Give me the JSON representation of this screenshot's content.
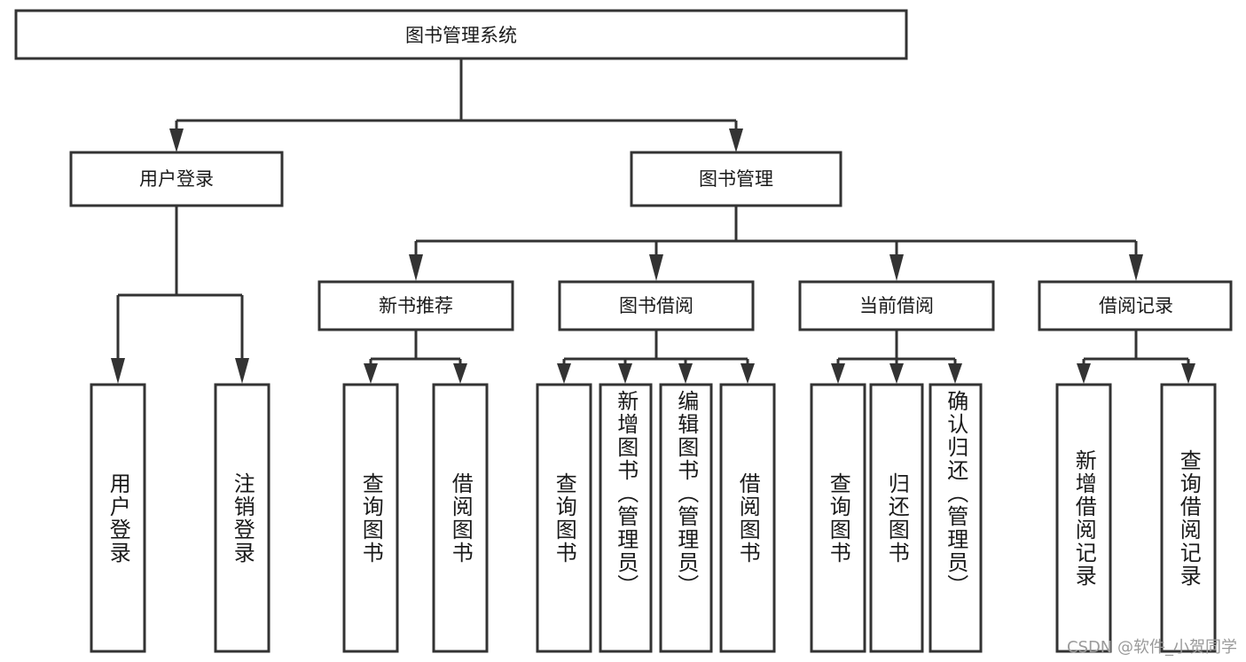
{
  "diagram": {
    "title": "图书管理系统",
    "type": "tree",
    "orientation": "top-down",
    "watermark": "CSDN @软件_小贺同学",
    "colors": {
      "stroke": "#333333",
      "box_fill": "#ffffff",
      "text": "#1a1a1a",
      "background": "#ffffff",
      "watermark": "#9a9a9a"
    },
    "root": {
      "id": "root",
      "label": "图书管理系统",
      "level": 0
    },
    "level2": [
      {
        "id": "user-login",
        "label": "用户登录",
        "level": 1
      },
      {
        "id": "book-management",
        "label": "图书管理",
        "level": 1
      }
    ],
    "level3": [
      {
        "id": "new-book-recommend",
        "label": "新书推荐",
        "level": 2,
        "parent": "book-management"
      },
      {
        "id": "book-borrow",
        "label": "图书借阅",
        "level": 2,
        "parent": "book-management"
      },
      {
        "id": "current-borrow",
        "label": "当前借阅",
        "level": 2,
        "parent": "book-management"
      },
      {
        "id": "borrow-record",
        "label": "借阅记录",
        "level": 2,
        "parent": "book-management"
      }
    ],
    "leaves": [
      {
        "id": "leaf-user-login",
        "label": "用户登录",
        "parent": "user-login"
      },
      {
        "id": "leaf-user-logout",
        "label": "注销登录",
        "parent": "user-login"
      },
      {
        "id": "leaf-query-book-1",
        "label": "查询图书",
        "parent": "new-book-recommend"
      },
      {
        "id": "leaf-borrow-book-1",
        "label": "借阅图书",
        "parent": "new-book-recommend"
      },
      {
        "id": "leaf-query-book-2",
        "label": "查询图书",
        "parent": "book-borrow"
      },
      {
        "id": "leaf-add-book",
        "label": "新增图书（管理员）",
        "parent": "book-borrow"
      },
      {
        "id": "leaf-edit-book",
        "label": "编辑图书（管理员）",
        "parent": "book-borrow"
      },
      {
        "id": "leaf-borrow-book-2",
        "label": "借阅图书",
        "parent": "book-borrow"
      },
      {
        "id": "leaf-query-book-3",
        "label": "查询图书",
        "parent": "current-borrow"
      },
      {
        "id": "leaf-return-book",
        "label": "归还图书",
        "parent": "current-borrow"
      },
      {
        "id": "leaf-confirm-return",
        "label": "确认归还（管理员）",
        "parent": "current-borrow"
      },
      {
        "id": "leaf-add-record",
        "label": "新增借阅记录",
        "parent": "borrow-record"
      },
      {
        "id": "leaf-query-record",
        "label": "查询借阅记录",
        "parent": "borrow-record"
      }
    ]
  }
}
